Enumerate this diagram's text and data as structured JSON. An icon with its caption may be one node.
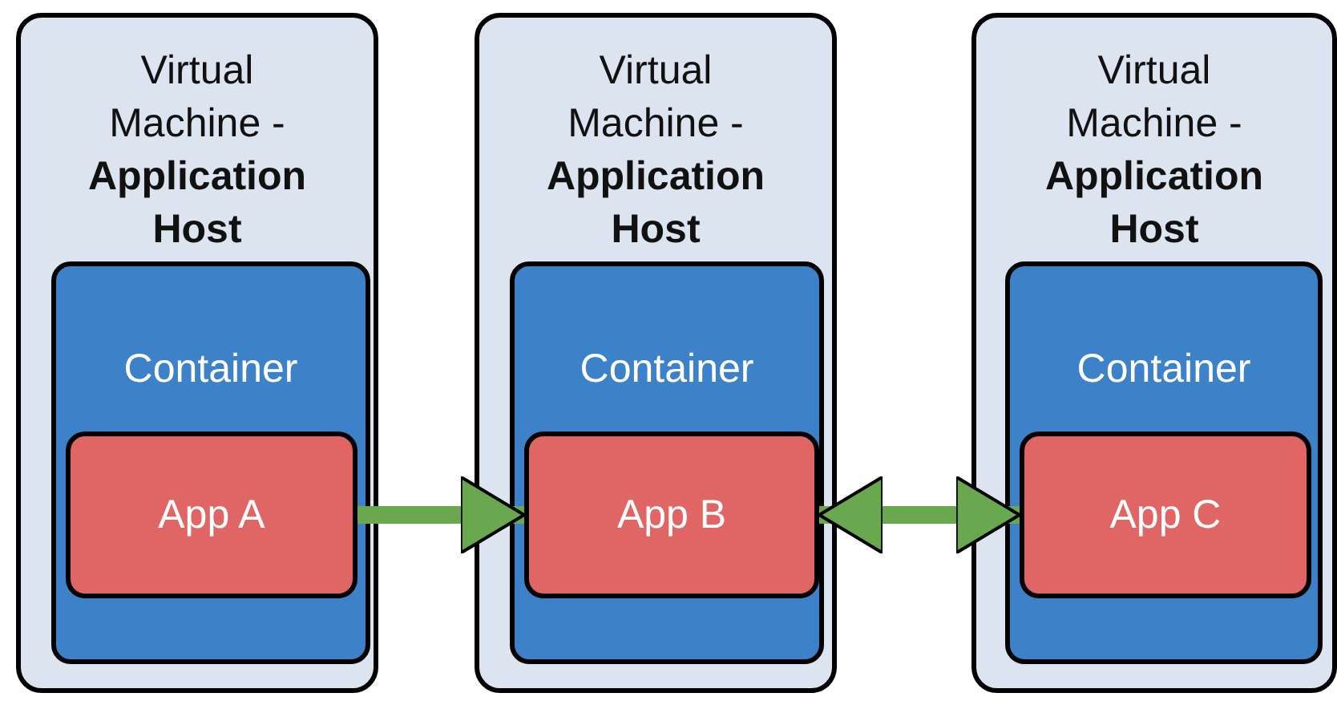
{
  "diagram": {
    "nodes": [
      {
        "text": [
          "Virtual Machine - **Application Host**"
        ]
      },
      {
        "text": [
          "Container"
        ],
        "in": 0
      },
      {
        "text": [
          "App A"
        ],
        "in": 1
      },
      {
        "text": [
          "Virtual Machine - **Application Host**"
        ]
      },
      {
        "text": [
          "Container"
        ],
        "in": 3
      },
      {
        "text": [
          "App B"
        ],
        "in": 4
      },
      {
        "text": [
          "Virtual Machine - **Application Host**"
        ]
      },
      {
        "text": [
          "Container"
        ],
        "in": 6
      },
      {
        "text": [
          "App C"
        ],
        "in": 7
      }
    ],
    "edges": [
      {
        "from": 2,
        "to": 5,
        "arrow": "to"
      },
      {
        "from": 5,
        "to": 8,
        "arrow": "both"
      }
    ]
  }
}
